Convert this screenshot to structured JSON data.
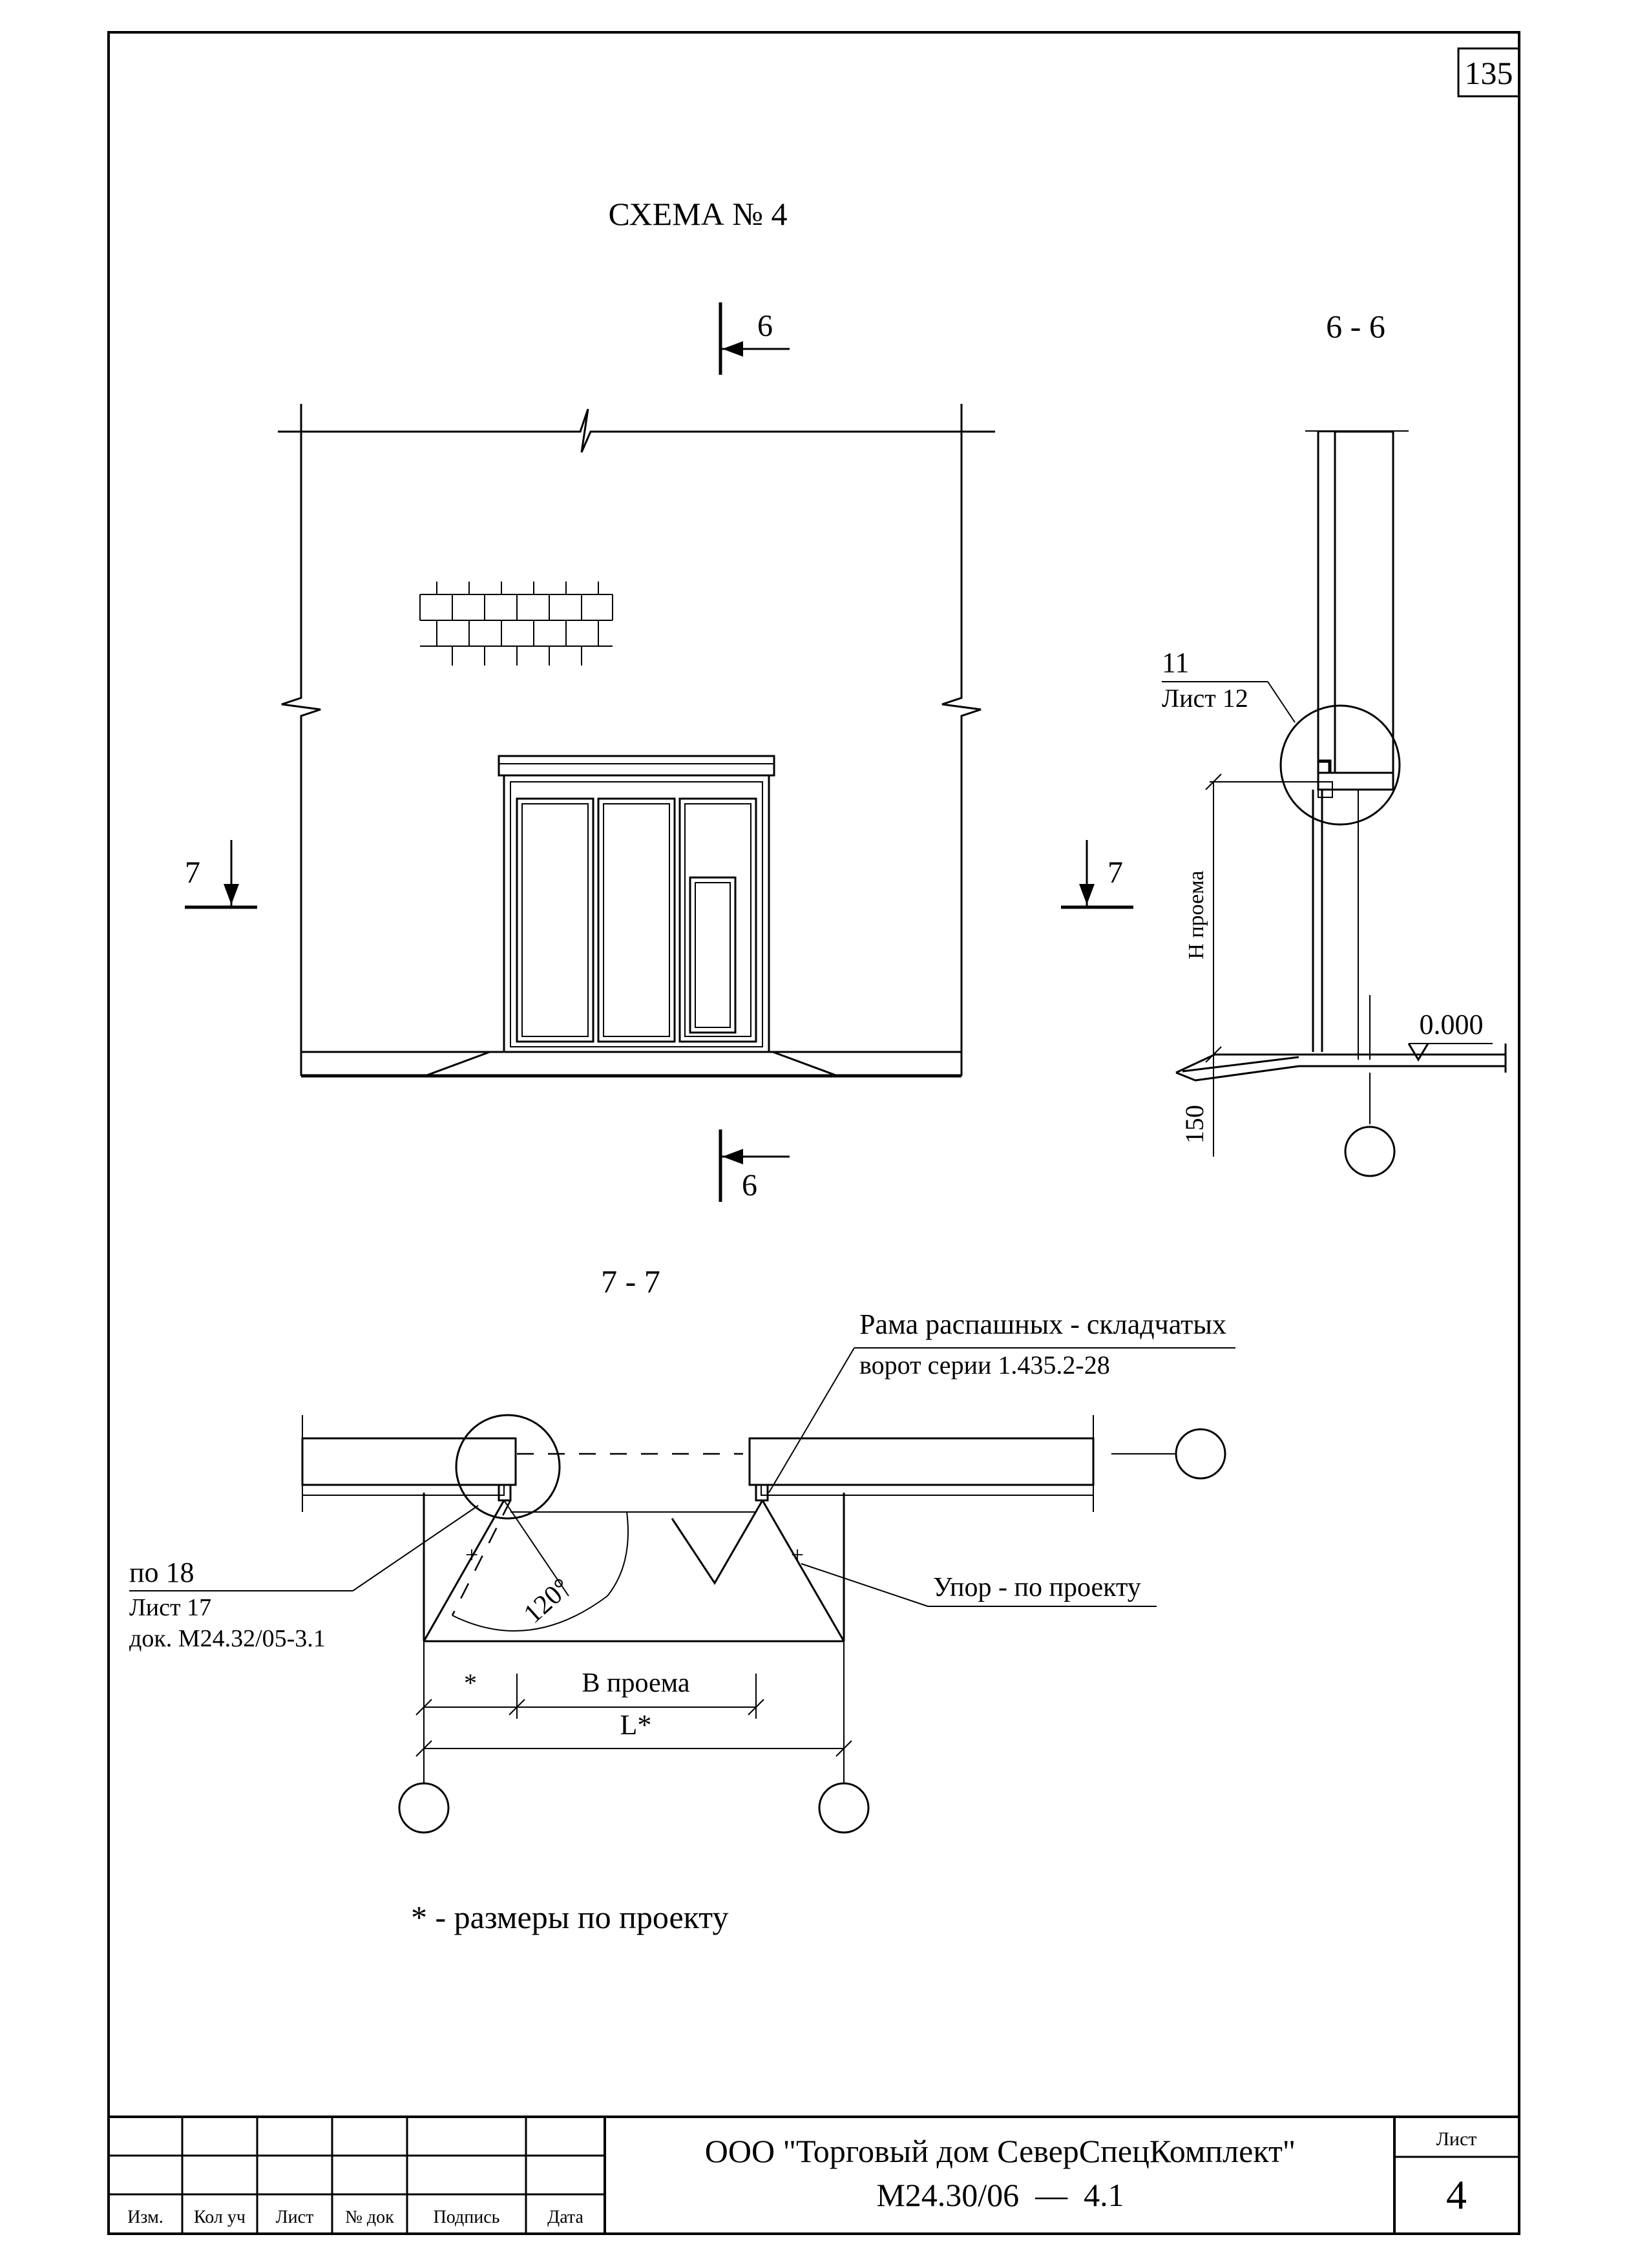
{
  "sheet_number_corner": "135",
  "title": "СХЕМА № 4",
  "section_6_6": {
    "cut_mark_label": "6",
    "title": "6 - 6",
    "callout_number": "11",
    "callout_sheet": "Лист 12",
    "dimension_opening_height": "Н проема",
    "dimension_150": "150",
    "level_mark": "0.000"
  },
  "section_7_7": {
    "cut_mark_label": "7",
    "title": "7 - 7",
    "frame_note_line1": "Рама распашных - складчатых",
    "frame_note_line2": "ворот серии 1.435.2-28",
    "node_ref_line1": "по 18",
    "node_ref_line2": "Лист 17",
    "node_ref_line3": "док. М24.32/05-3.1",
    "stop_note": "Упор - по проекту",
    "angle": "120°",
    "dim_star": "*",
    "dim_opening_width": "В проема",
    "dim_L": "L*"
  },
  "footnote": "* - размеры по проекту",
  "title_block": {
    "col_izm": "Изм.",
    "col_kol": "Кол уч",
    "col_list": "Лист",
    "col_ndok": "№ док",
    "col_podpis": "Подпись",
    "col_data": "Дата",
    "company": "ООО \"Торговый дом СеверСпецКомплект\"",
    "doc_code": "М24.30/06  —  4.1",
    "sheet_label": "Лист",
    "sheet_value": "4"
  }
}
